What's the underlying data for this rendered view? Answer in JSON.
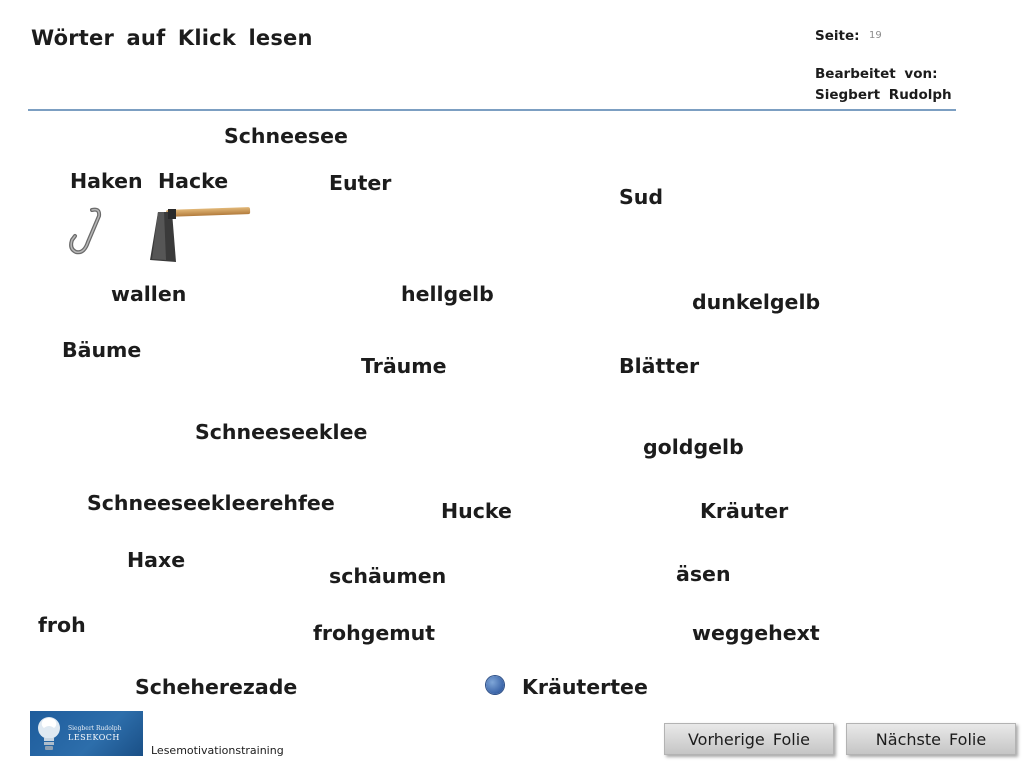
{
  "header": {
    "title": "Wörter auf Klick lesen",
    "page_label": "Seite:",
    "page_number": "19",
    "author_label": "Bearbeitet von:",
    "author_name": "Siegbert Rudolph"
  },
  "words": {
    "schneesee": "Schneesee",
    "haken": "Haken",
    "hacke": "Hacke",
    "euter": "Euter",
    "sud": "Sud",
    "wallen": "wallen",
    "hellgelb": "hellgelb",
    "dunkelgelb": "dunkelgelb",
    "baeume": "Bäume",
    "traeume": "Träume",
    "blaetter": "Blätter",
    "schneeseeklee": "Schneeseeklee",
    "goldgelb": "goldgelb",
    "schneeseekleerehfee": "Schneeseekleerehfee",
    "hucke": "Hucke",
    "kraeuter": "Kräuter",
    "haxe": "Haxe",
    "schaeumen": "schäumen",
    "aesen": "äsen",
    "froh": "froh",
    "frohgemut": "frohgemut",
    "weggehext": "weggehext",
    "scheherezade": "Scheherezade",
    "kraeutertee": "Kräutertee"
  },
  "footer": {
    "logo_line_1": "Siegbert Rudolph",
    "logo_line_2": "LESEKOCH",
    "label": "Lesemotivationstraining",
    "prev_button": "Vorherige Folie",
    "next_button": "Nächste Folie"
  },
  "icons": {
    "hook": "hook-image",
    "hoe": "hoe-image",
    "bulb": "lightbulb-icon",
    "dot": "blue-dot-icon"
  },
  "colors": {
    "rule": "#7c9fc2",
    "dot": "#3a64a8",
    "logo_bg": "#1e5c9c"
  }
}
